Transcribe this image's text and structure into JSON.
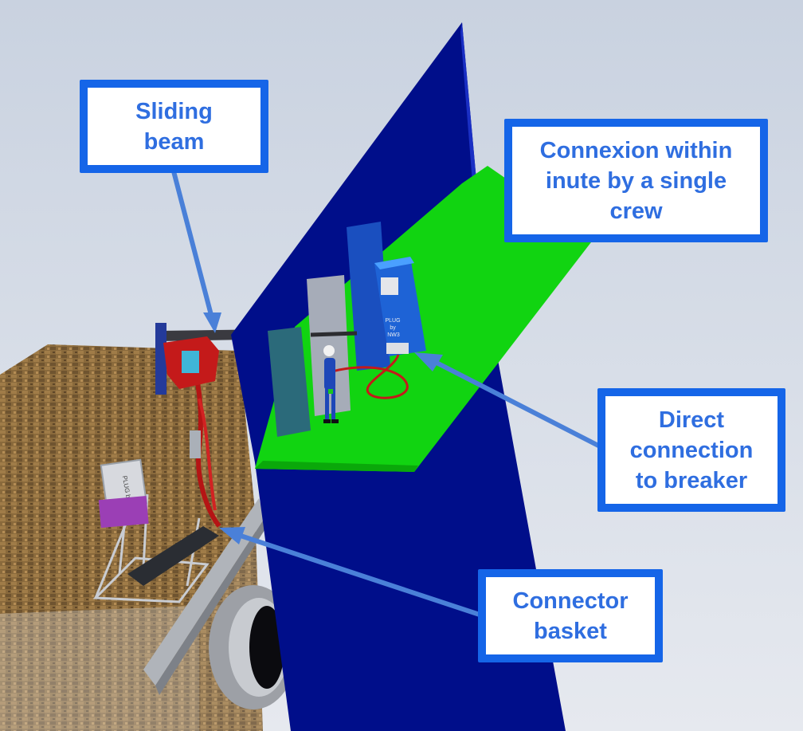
{
  "callouts": {
    "sliding_beam": {
      "line1": "Sliding",
      "line2": "beam"
    },
    "connexion": {
      "line1": "Connexion within",
      "line2": "inute by a single",
      "line3": "crew"
    },
    "direct_connection": {
      "line1": "Direct",
      "line2": "connection",
      "line3": "to breaker"
    },
    "connector_basket": {
      "line1": "Connector",
      "line2": "basket"
    }
  },
  "cabinet_label": {
    "line1": "PLUG",
    "line2": "by",
    "line3": "NW3"
  },
  "colors": {
    "callout_border": "#1565e8",
    "callout_text": "#2f6ee0",
    "arrow": "#4a80d8",
    "ship_hull": "#000e8a",
    "deck": "#11d411",
    "quay": "#8a6a3c",
    "sky": "#d9dee8"
  }
}
